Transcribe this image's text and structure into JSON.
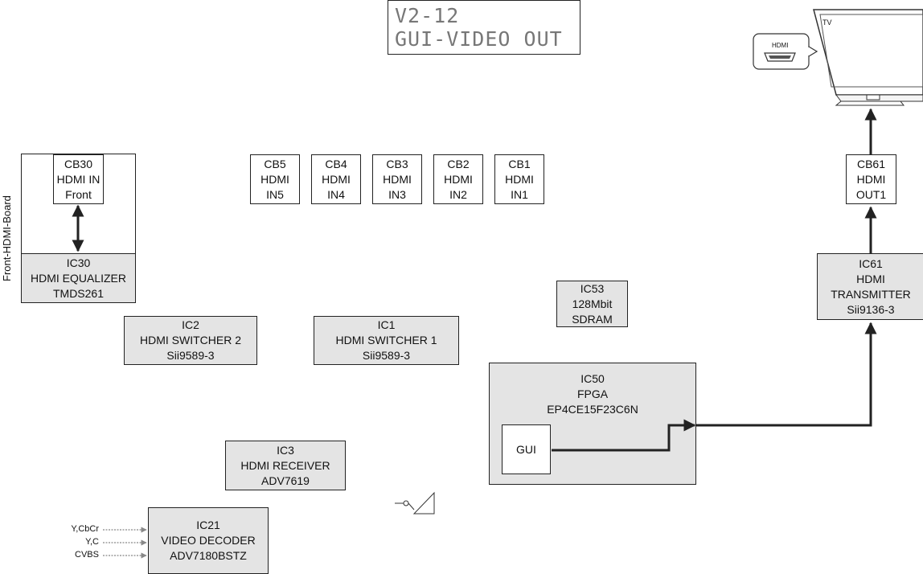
{
  "display": {
    "line1": "V2-12",
    "line2": "GUI-VIDEO OUT"
  },
  "tv": {
    "label": "TV",
    "connector_label": "HDMI"
  },
  "front_board_label": "Front-HDMI-Board",
  "connectors": {
    "cb30": [
      "CB30",
      "HDMI IN",
      "Front"
    ],
    "cb5": [
      "CB5",
      "HDMI",
      "IN5"
    ],
    "cb4": [
      "CB4",
      "HDMI",
      "IN4"
    ],
    "cb3": [
      "CB3",
      "HDMI",
      "IN3"
    ],
    "cb2": [
      "CB2",
      "HDMI",
      "IN2"
    ],
    "cb1": [
      "CB1",
      "HDMI",
      "IN1"
    ],
    "cb61": [
      "CB61",
      "HDMI",
      "OUT1"
    ]
  },
  "chips": {
    "ic30": [
      "IC30",
      "HDMI EQUALIZER",
      "TMDS261"
    ],
    "ic2": [
      "IC2",
      "HDMI SWITCHER 2",
      "Sii9589-3"
    ],
    "ic1": [
      "IC1",
      "HDMI SWITCHER 1",
      "Sii9589-3"
    ],
    "ic53": [
      "IC53",
      "128Mbit",
      "SDRAM"
    ],
    "ic61": [
      "IC61",
      "HDMI",
      "TRANSMITTER",
      "Sii9136-3"
    ],
    "ic50": [
      "IC50",
      "FPGA",
      "EP4CE15F23C6N"
    ],
    "gui": "GUI",
    "ic3": [
      "IC3",
      "HDMI RECEIVER",
      "ADV7619"
    ],
    "ic21": [
      "IC21",
      "VIDEO DECODER",
      "ADV7180BSTZ"
    ]
  },
  "video_inputs": [
    "Y,CbCr",
    "Y,C",
    "CVBS"
  ],
  "colors": {
    "chip_fill": "#e4e4e4",
    "line": "#222222",
    "input_arrow": "#888888"
  }
}
